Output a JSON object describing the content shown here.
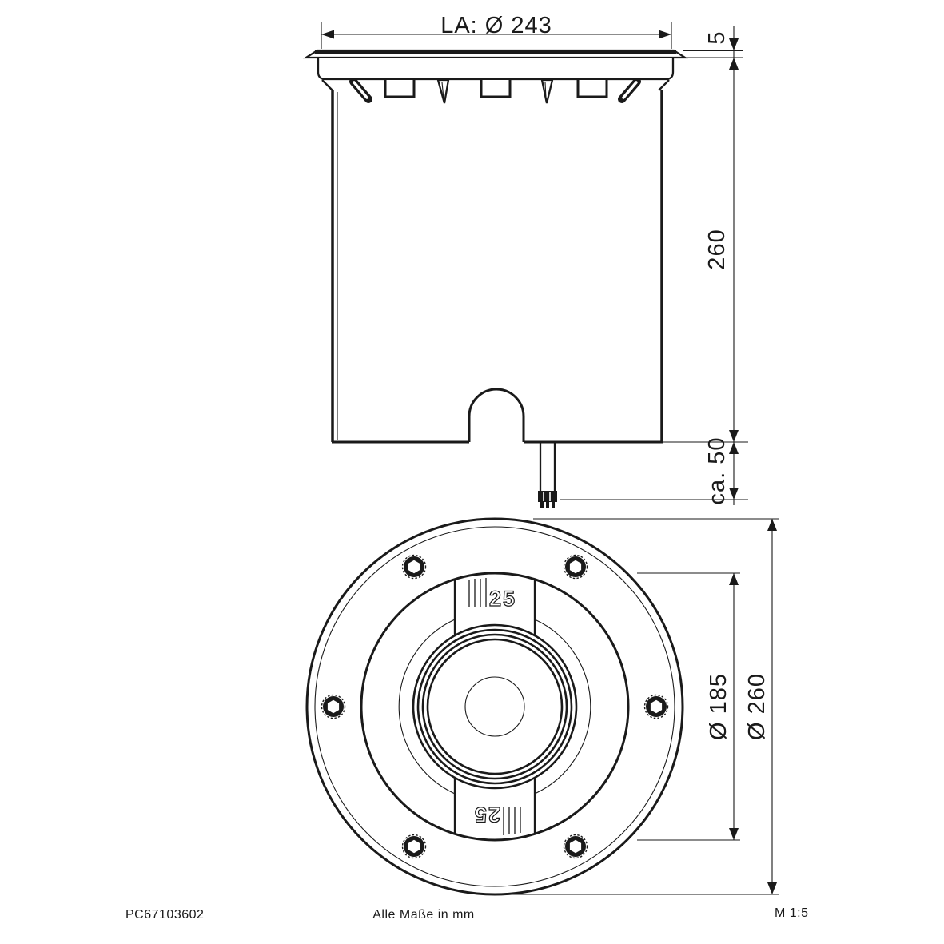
{
  "drawing": {
    "side_view": {
      "cutout_dim": "LA: Ø 243",
      "flange_height_dim": "5",
      "body_depth_dim": "260",
      "cable_length_dim": "ca. 50"
    },
    "plan_view": {
      "gland_top_label": "25",
      "gland_bottom_label": "25",
      "inner_dia_dim": "Ø 185",
      "outer_dia_dim": "Ø 260"
    },
    "footer": {
      "part_number": "PC67103602",
      "units_note": "Alle Maße in mm",
      "scale": "M 1:5"
    },
    "colors": {
      "line": "#1a1a1a",
      "background": "#ffffff"
    }
  }
}
